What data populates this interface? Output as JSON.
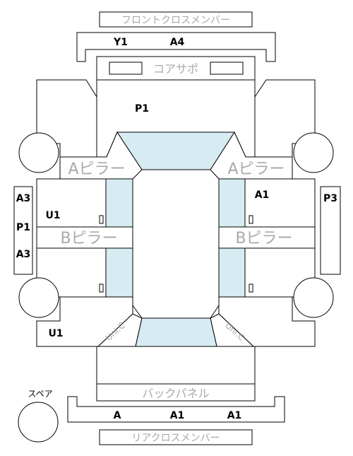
{
  "labels": {
    "front_cross_member": "フロントクロスメンバー",
    "core_support": "コアサポ",
    "a_pillar": "Aピラー",
    "b_pillar": "Bピラー",
    "back_panel": "バックパネル",
    "rear_cross_member": "リアクロスメンバー",
    "spare": "スペア",
    "trunk_corner": "Uni.C"
  },
  "codes": {
    "front_cross_left": "Y1",
    "front_cross_right": "A4",
    "hood": "P1",
    "left_rocker": [
      "A3",
      "P1",
      "A3"
    ],
    "right_rocker": "P3",
    "right_front_door": "A1",
    "left_front_door": "U1",
    "left_rear_quarter": "U1",
    "rear_cross_1": "A",
    "rear_cross_2": "A1",
    "rear_cross_3": "A1"
  },
  "colors": {
    "line": "#000000",
    "glass": "#d6ebf2",
    "label_grey": "#a9a9a9"
  }
}
